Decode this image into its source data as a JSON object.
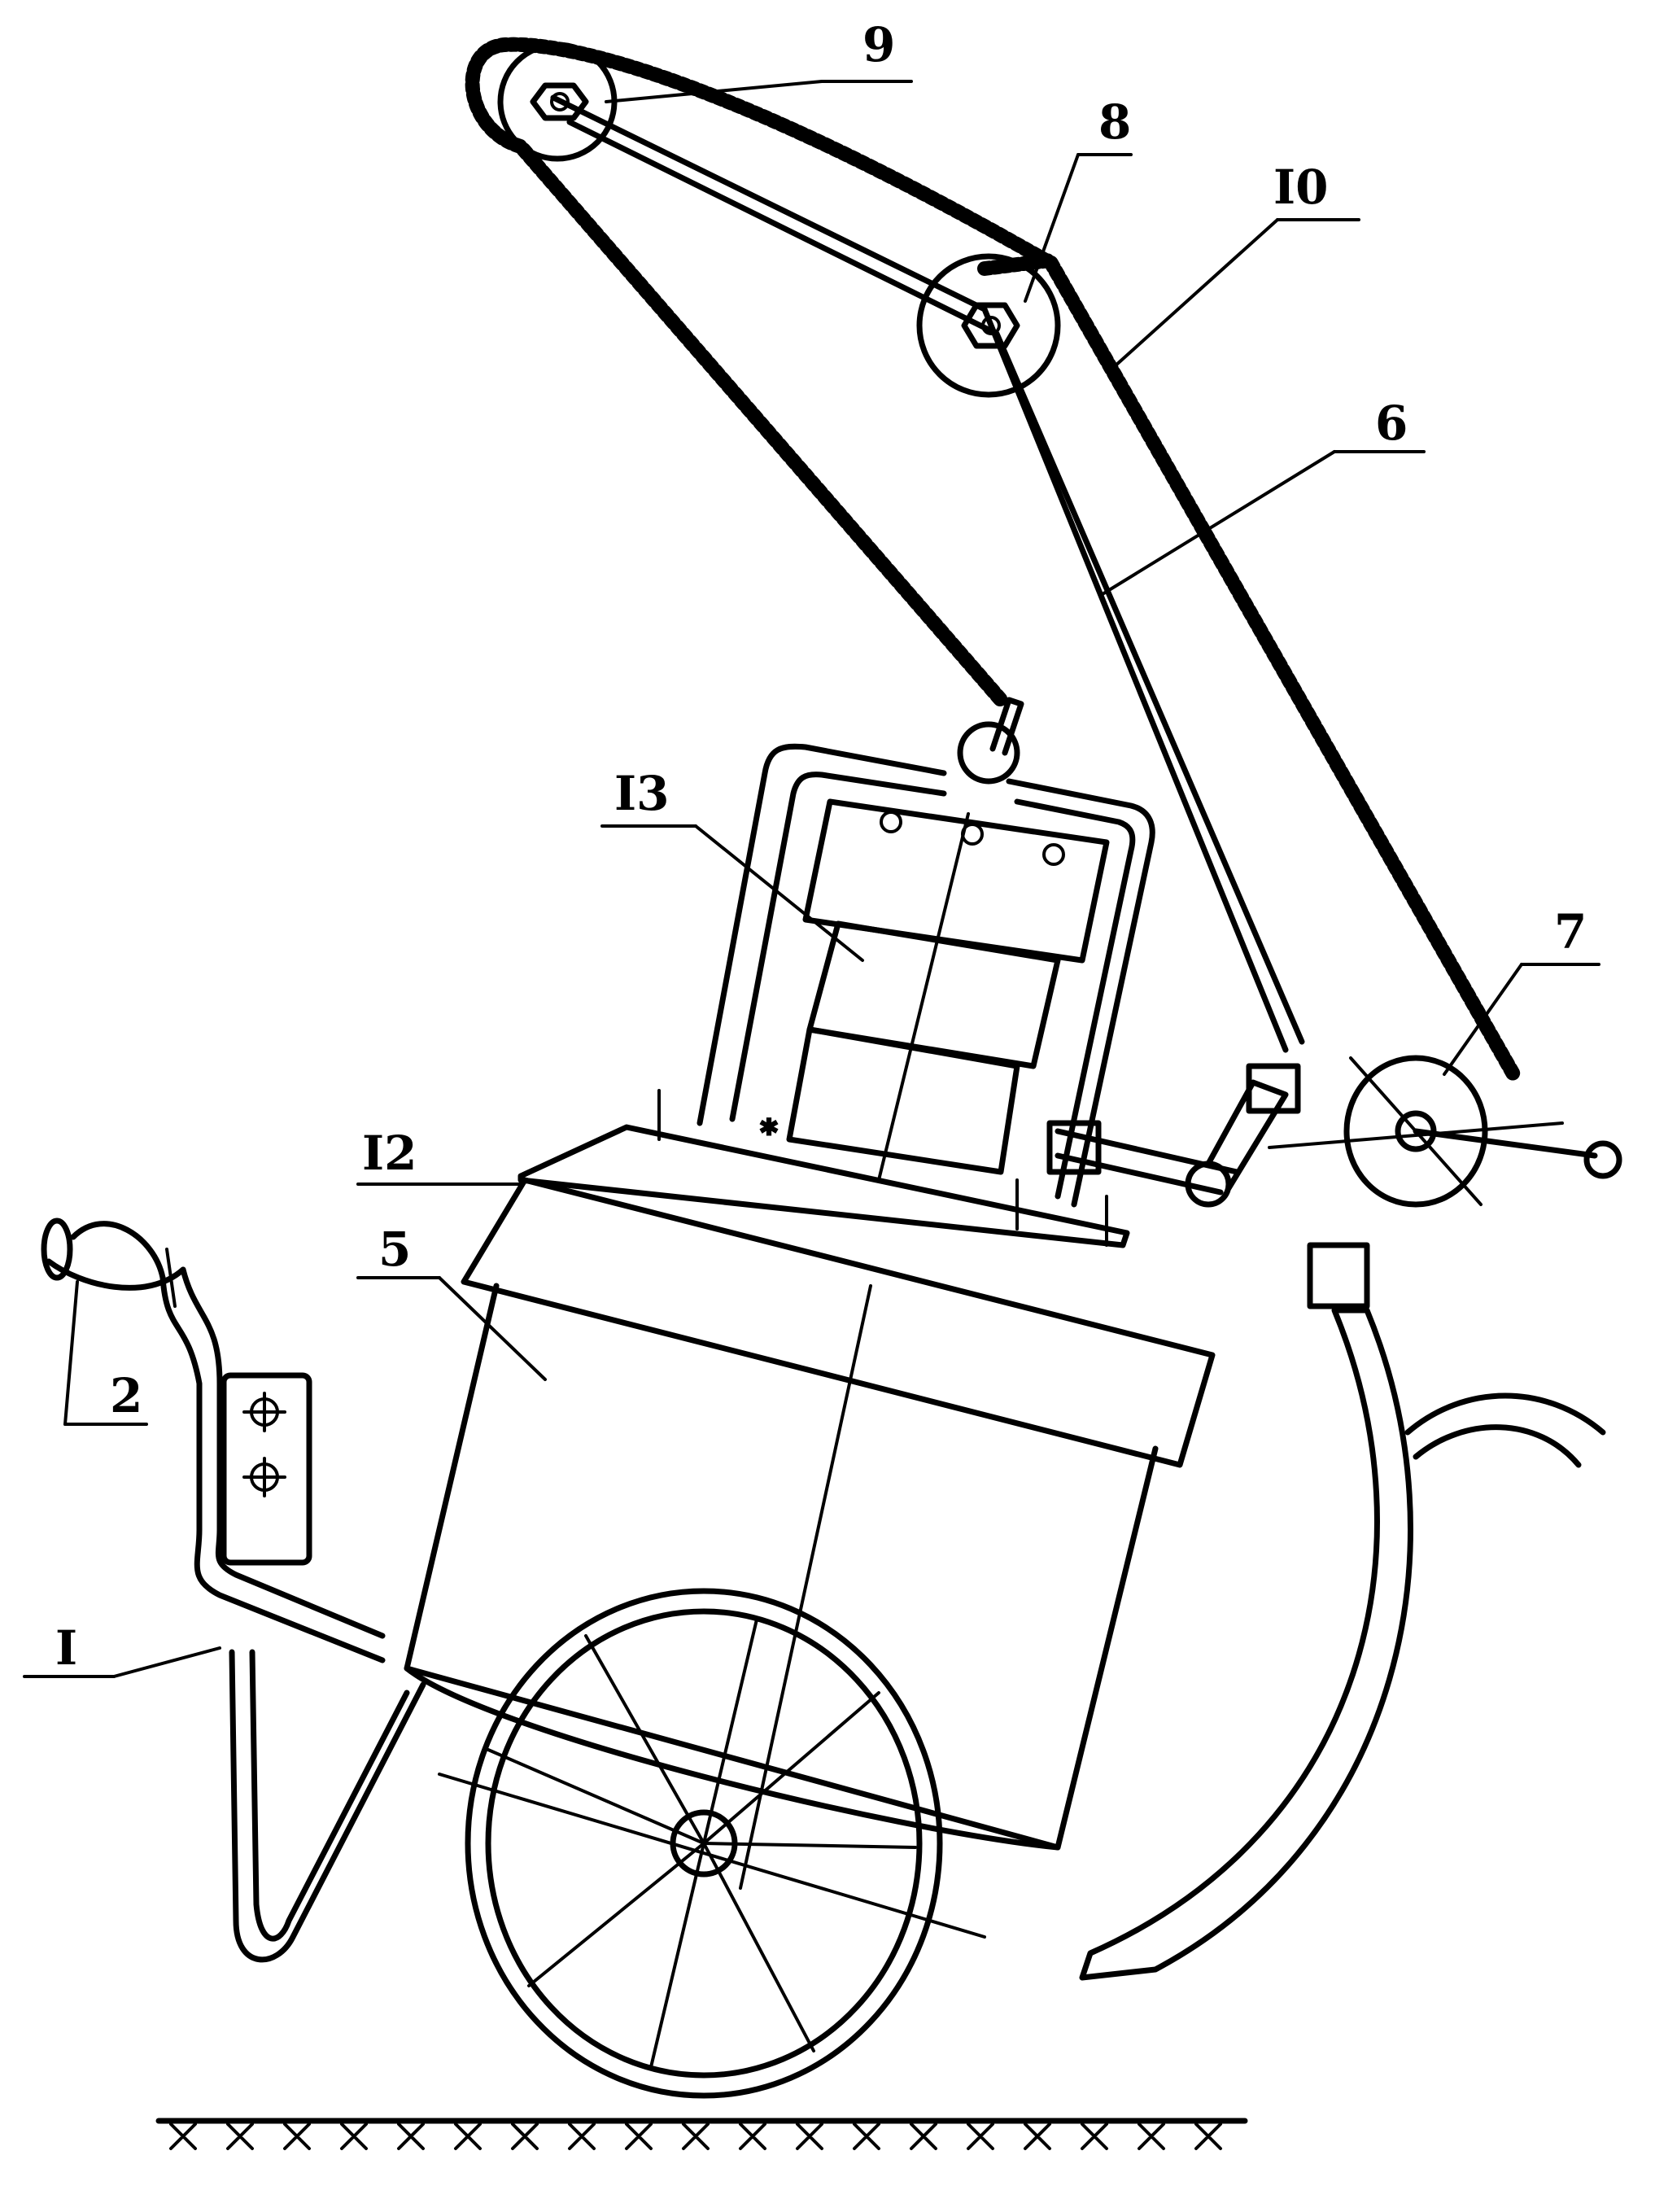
{
  "labels": {
    "l1": "I",
    "l2": "2",
    "l5": "5",
    "l6": "6",
    "l7": "7",
    "l8": "8",
    "l9": "9",
    "l10": "I0",
    "l12": "I2",
    "l13": "I3"
  },
  "colors": {
    "ink": "#000000",
    "paper": "#ffffff"
  }
}
